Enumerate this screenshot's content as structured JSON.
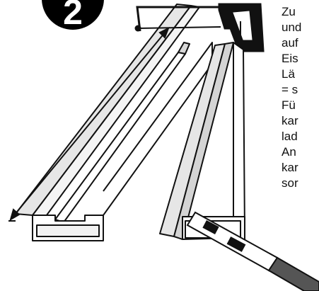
{
  "step": {
    "number": "2"
  },
  "instruction_lines": [
    "Zu",
    "und",
    "auf",
    "Eis",
    "Lä",
    "= s",
    "Fü",
    "kar",
    "lad",
    "An",
    "kar",
    "sor"
  ],
  "icons": {
    "saw": "hacksaw-icon",
    "file": "metal-file-icon",
    "arrow": "length-arrow-icon"
  },
  "colors": {
    "outline": "#111111",
    "profile_fill": "#e6e6e6",
    "badge": "#000000"
  }
}
